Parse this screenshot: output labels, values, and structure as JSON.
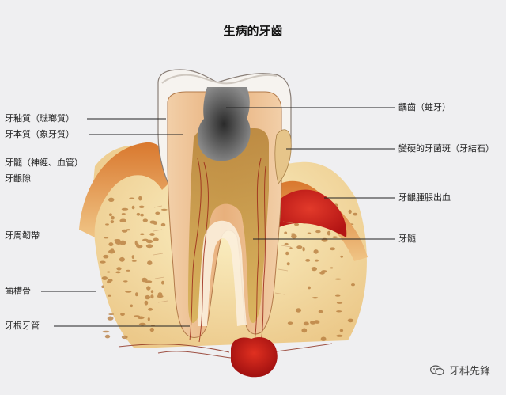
{
  "title": "生病的牙齒",
  "labels": {
    "enamel": "牙釉質（琺瑯質）",
    "dentin": "牙本質（象牙質）",
    "pulp_nerve": "牙髓（神經、血管）",
    "gingival_sulcus": "牙齦隙",
    "periodontal_ligament": "牙周韌帶",
    "alveolar_bone": "齒槽骨",
    "root_canal": "牙根牙管",
    "caries": "齲齒（蛀牙）",
    "calculus": "變硬的牙菌斑（牙結石）",
    "gum_bleeding": "牙齦腫脹出血",
    "pulp": "牙髓"
  },
  "watermark": {
    "text": "牙科先鋒",
    "icon": "wechat-icon"
  },
  "colors": {
    "background": "#efeff1",
    "bone": "#f3e0a0",
    "bone_dots": "#b5793a",
    "gum": "#e8b070",
    "gum_inflamed": "#c81e1e",
    "dentin": "#eab98a",
    "pulp": "#c7a24a",
    "caries": "#4a4a4a",
    "abscess": "#c41a1a"
  }
}
